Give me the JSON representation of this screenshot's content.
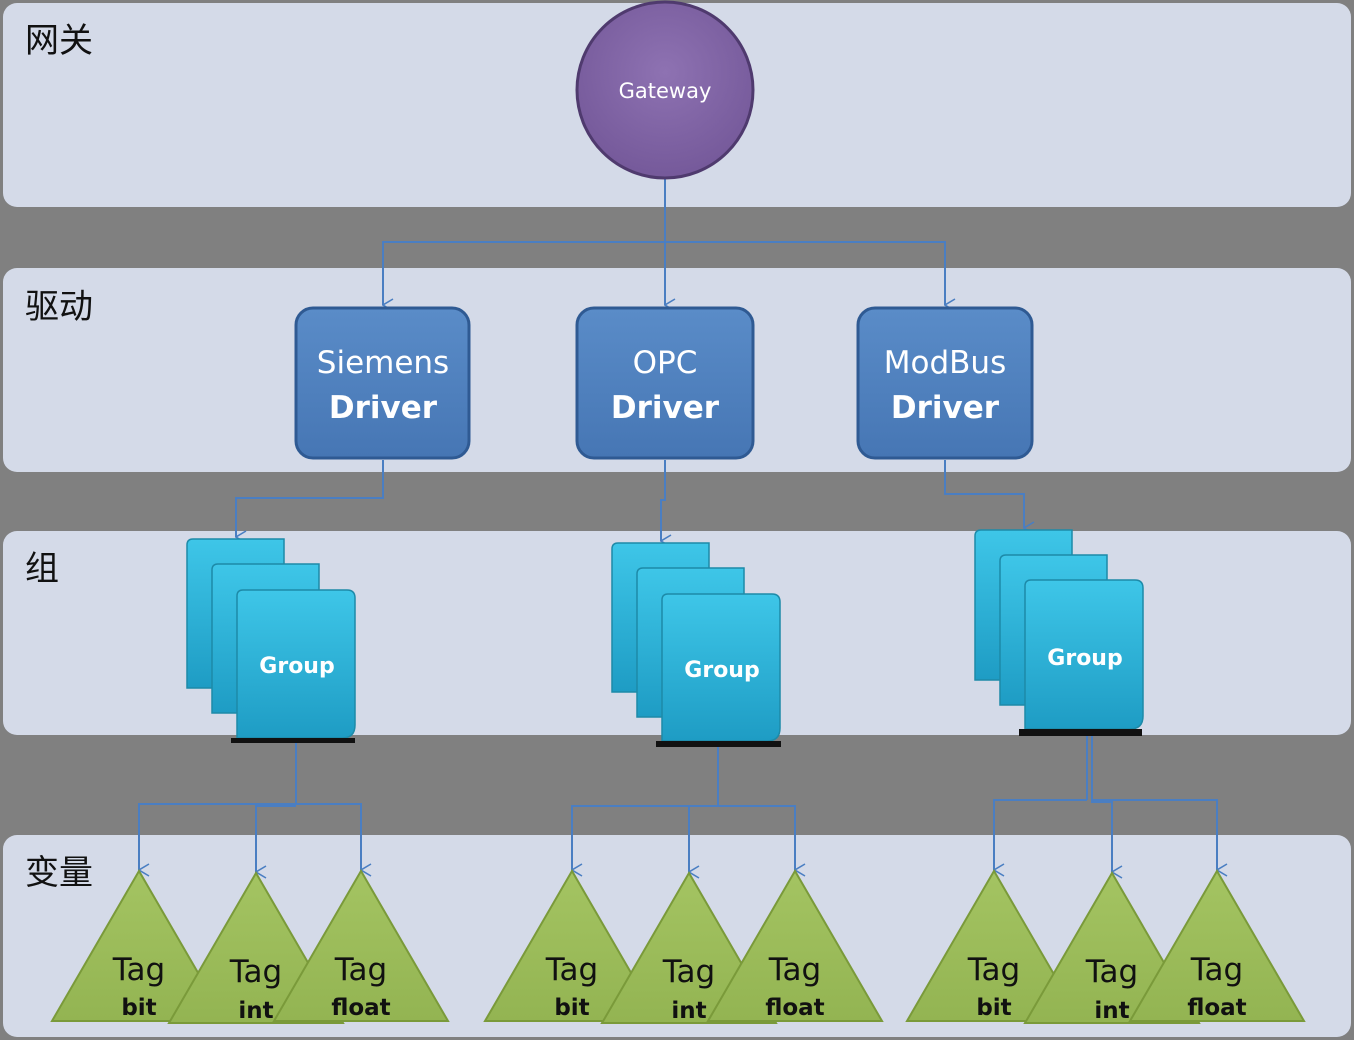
{
  "colors": {
    "background": "#808080",
    "band": "#d4dae8",
    "connector": "#4a7ec2",
    "gateway_fill": "#8064a2",
    "gateway_stroke": "#4f3a6e",
    "driver_fill": "#4f81bd",
    "driver_stroke": "#2f5a93",
    "group_fill": "#2ab4d8",
    "group_stroke": "#1d8aa8",
    "tag_fill": "#9bbb59",
    "tag_stroke": "#7a9a3a"
  },
  "layers": [
    {
      "id": "gateway",
      "label": "网关"
    },
    {
      "id": "driver",
      "label": "驱动"
    },
    {
      "id": "group",
      "label": "组"
    },
    {
      "id": "tag",
      "label": "变量"
    }
  ],
  "gateway": {
    "label": "Gateway"
  },
  "drivers": [
    {
      "name": "Siemens",
      "suffix": "Driver"
    },
    {
      "name": "OPC",
      "suffix": "Driver"
    },
    {
      "name": "ModBus",
      "suffix": "Driver"
    }
  ],
  "groups": [
    {
      "label": "Group"
    },
    {
      "label": "Group"
    },
    {
      "label": "Group"
    }
  ],
  "tags": [
    [
      {
        "label": "Tag",
        "type": "bit"
      },
      {
        "label": "Tag",
        "type": "int"
      },
      {
        "label": "Tag",
        "type": "float"
      }
    ],
    [
      {
        "label": "Tag",
        "type": "bit"
      },
      {
        "label": "Tag",
        "type": "int"
      },
      {
        "label": "Tag",
        "type": "float"
      }
    ],
    [
      {
        "label": "Tag",
        "type": "bit"
      },
      {
        "label": "Tag",
        "type": "int"
      },
      {
        "label": "Tag",
        "type": "float"
      }
    ]
  ]
}
